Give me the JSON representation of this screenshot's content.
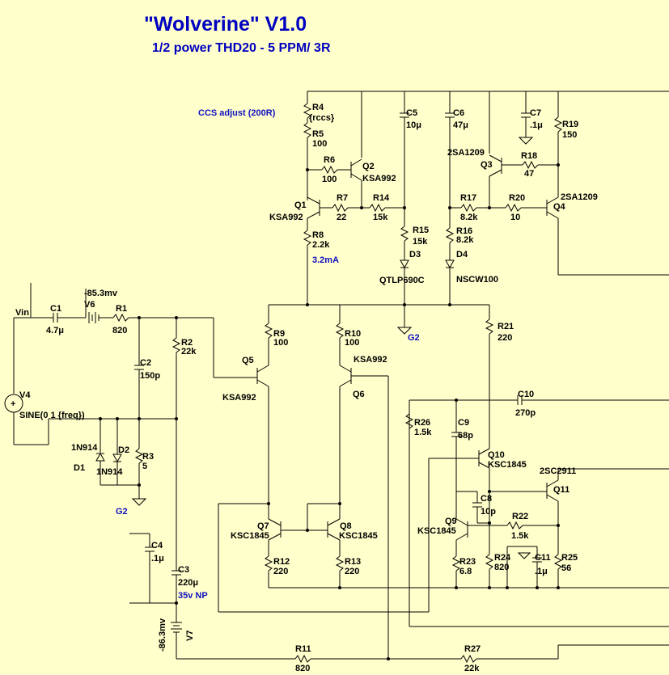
{
  "title": "\"Wolverine\" V1.0",
  "subtitle": "1/2  power THD20 - 5 PPM/ 3R",
  "notes": {
    "ccs": "CCS adjust (200R)",
    "current": "3.2mA",
    "v3_rating": "35v NP",
    "v6_value": "-85.3mv",
    "v7_value": "-86.3mv",
    "vin": "Vin"
  },
  "components": {
    "R4": {
      "ref": "R4",
      "val": "{rccs}"
    },
    "R5": {
      "ref": "R5",
      "val": "100"
    },
    "R6": {
      "ref": "R6",
      "val": "100"
    },
    "Q2": {
      "ref": "Q2",
      "val": "KSA992"
    },
    "Q1": {
      "ref": "Q1",
      "val": "KSA992"
    },
    "R7": {
      "ref": "R7",
      "val": "22"
    },
    "R14": {
      "ref": "R14",
      "val": "15k"
    },
    "R8": {
      "ref": "R8",
      "val": "2.2k"
    },
    "C5": {
      "ref": "C5",
      "val": "10μ"
    },
    "R15": {
      "ref": "R15",
      "val": "15k"
    },
    "D3": {
      "ref": "D3",
      "val": "QTLP690C"
    },
    "C6": {
      "ref": "C6",
      "val": "47μ"
    },
    "R17": {
      "ref": "R17",
      "val": "8.2k"
    },
    "R16": {
      "ref": "R16",
      "val": "8.2k"
    },
    "D4": {
      "ref": "D4",
      "val": "NSCW100"
    },
    "C7": {
      "ref": "C7",
      "val": ".1μ"
    },
    "Q3": {
      "ref": "Q3",
      "val": "2SA1209"
    },
    "R18": {
      "ref": "R18",
      "val": "47"
    },
    "R19": {
      "ref": "R19",
      "val": "150"
    },
    "R20": {
      "ref": "R20",
      "val": "10"
    },
    "Q4": {
      "ref": "Q4",
      "val": "2SA1209"
    },
    "C1": {
      "ref": "C1",
      "val": "4.7μ"
    },
    "V6": {
      "ref": "V6",
      "val": ""
    },
    "R1": {
      "ref": "R1",
      "val": "820"
    },
    "R2": {
      "ref": "R2",
      "val": "22k"
    },
    "C2": {
      "ref": "C2",
      "val": "150p"
    },
    "V4": {
      "ref": "V4",
      "val": "SINE(0 1 {freq})"
    },
    "D1": {
      "ref": "D1",
      "val": "1N914"
    },
    "D2": {
      "ref": "D2",
      "val": "1N914"
    },
    "R3": {
      "ref": "R3",
      "val": "5"
    },
    "R9": {
      "ref": "R9",
      "val": "100"
    },
    "R10": {
      "ref": "R10",
      "val": "100"
    },
    "Q5": {
      "ref": "Q5",
      "val": "KSA992"
    },
    "Q6": {
      "ref": "Q6",
      "val": "KSA992"
    },
    "R21": {
      "ref": "R21",
      "val": "220"
    },
    "C10": {
      "ref": "C10",
      "val": "270p"
    },
    "R26": {
      "ref": "R26",
      "val": "1.5k"
    },
    "C9": {
      "ref": "C9",
      "val": "68p"
    },
    "Q10": {
      "ref": "Q10",
      "val": "KSC1845"
    },
    "Q11": {
      "ref": "Q11",
      "val": "2SC2911"
    },
    "C8": {
      "ref": "C8",
      "val": "10p"
    },
    "Q9": {
      "ref": "Q9",
      "val": "KSC1845"
    },
    "R22": {
      "ref": "R22",
      "val": "1.5k"
    },
    "Q7": {
      "ref": "Q7",
      "val": "KSC1845"
    },
    "Q8": {
      "ref": "Q8",
      "val": "KSC1845"
    },
    "R12": {
      "ref": "R12",
      "val": "220"
    },
    "R13": {
      "ref": "R13",
      "val": "220"
    },
    "C4": {
      "ref": "C4",
      "val": ".1μ"
    },
    "C3": {
      "ref": "C3",
      "val": "220μ"
    },
    "V7": {
      "ref": "V7",
      "val": ""
    },
    "R23": {
      "ref": "R23",
      "val": "6.8"
    },
    "R24": {
      "ref": "R24",
      "val": "820"
    },
    "C11": {
      "ref": "C11",
      "val": ".1μ"
    },
    "R25": {
      "ref": "R25",
      "val": "56"
    },
    "R11": {
      "ref": "R11",
      "val": "820"
    },
    "R27": {
      "ref": "R27",
      "val": "22k"
    }
  },
  "ground_labels": {
    "g1": "G2",
    "g2": "G2"
  }
}
